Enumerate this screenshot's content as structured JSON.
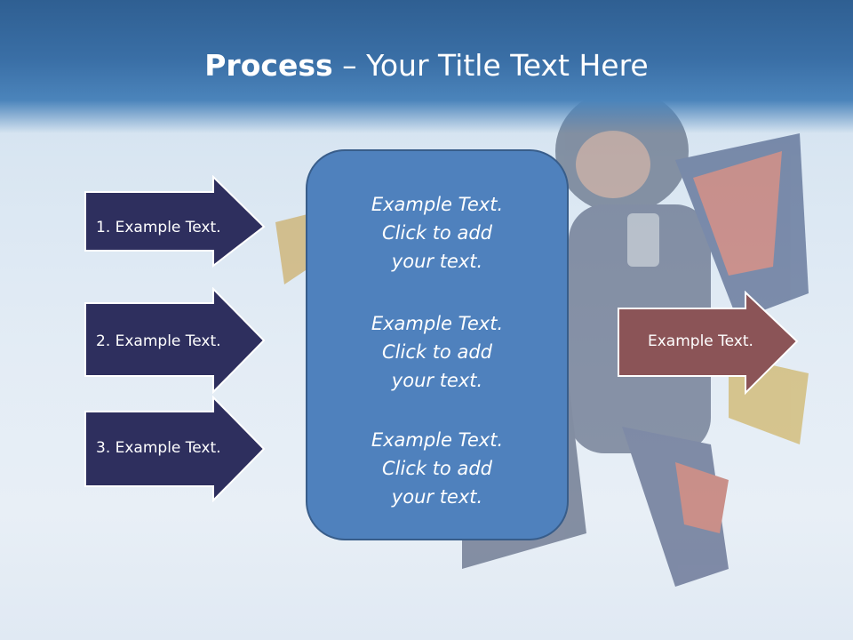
{
  "slide": {
    "title_bold": "Process",
    "title_rest": " – Your Title Text Here"
  },
  "left_steps": [
    {
      "label": "1. Example Text."
    },
    {
      "label": "2. Example Text."
    },
    {
      "label": "3. Example Text."
    }
  ],
  "center_items": [
    {
      "line1": "Example Text.",
      "line2": "Click  to add",
      "line3": "your text."
    },
    {
      "line1": "Example Text.",
      "line2": "Click  to add",
      "line3": "your text."
    },
    {
      "line1": "Example Text.",
      "line2": "Click  to add",
      "line3": "your text."
    }
  ],
  "output": {
    "label": "Example Text."
  },
  "colors": {
    "header": "#3a6fa6",
    "step_arrow": "#2e2f5e",
    "center_box": "#4f81bd",
    "output_arrow": "#8b5457"
  }
}
